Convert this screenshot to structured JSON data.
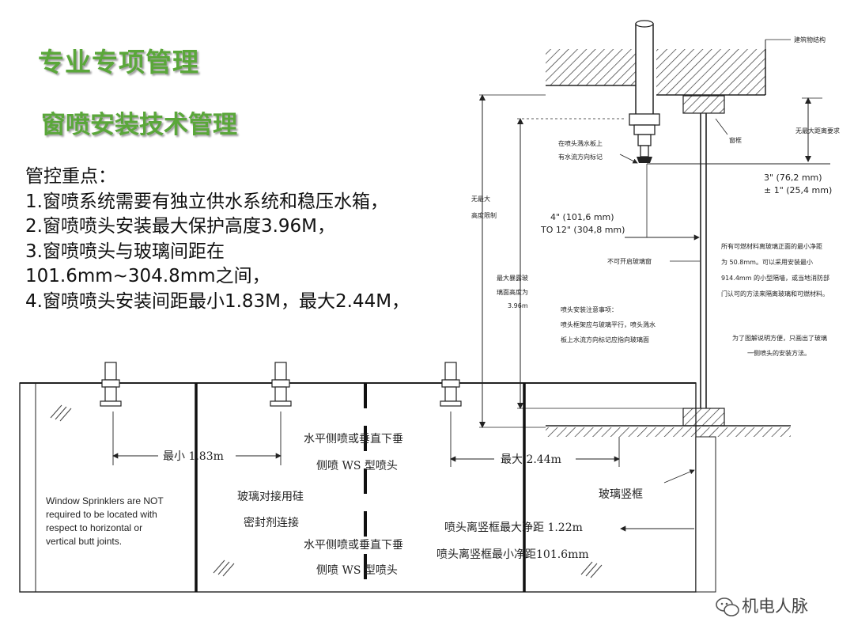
{
  "title": "专业专项管理",
  "subtitle": "窗喷安装技术管理",
  "key_points": {
    "heading": "管控重点：",
    "lines": [
      "1.窗喷系统需要有独立供水系统和稳压水箱，",
      "2.窗喷喷头安装最大保护高度3.96M，",
      "3.窗喷喷头与玻璃间距在",
      "101.6mm~304.8mm之间，",
      "4.窗喷喷头安装间距最小1.83M，最大2.44M，"
    ]
  },
  "section_diagram": {
    "building_structure": "建筑物结构",
    "deflector_mark_line1": "在喷头溅水板上",
    "deflector_mark_line2": "有水流方向标记",
    "window_frame": "窗框",
    "no_max_distance": "无最大距离要求",
    "dim_76": "3\" (76,2 mm)",
    "dim_25": "± 1\" (25,4 mm)",
    "no_max_line1": "无最大",
    "no_max_line2": "高度限制",
    "dim_101_line1": "4\" (101,6 mm)",
    "dim_101_line2": "TO 12\" (304,8 mm)",
    "non_opening_window": "不可开启玻璃窗",
    "max_exposed_line1": "最大暴露玻",
    "max_exposed_line2": "璃面高度为",
    "max_exposed_line3": "3.96m",
    "install_note_line1": "喷头安装注意事项：",
    "install_note_line2": "喷头框架应与玻璃平行，喷头溅水",
    "install_note_line3": "板上水流方向标记应指向玻璃面",
    "combustible_line1": "所有可燃材料离玻璃正面的最小净距",
    "combustible_line2": "为 50.8mm。可以采用安装最小",
    "combustible_line3": "914.4mm 的小型隔墙，或当地消防部",
    "combustible_line4": "门认可的方法来隔离玻璃和可燃材料。",
    "illustration_line1": "为了图解说明方便，只画出了玻璃",
    "illustration_line2": "一侧喷头的安装方法。"
  },
  "plan_diagram": {
    "min_spacing": "最小 1.83m",
    "max_spacing": "最大 2.44m",
    "sprinkler_type_line1": "水平侧喷或垂直下垂",
    "sprinkler_type_line2": "侧喷 WS 型喷头",
    "sprinkler_type2_line1": "水平侧喷或垂直下垂",
    "sprinkler_type2_line2": "侧喷 WS 型喷头",
    "butt_joint_line1": "玻璃对接用硅",
    "butt_joint_line2": "密封剂连接",
    "mullion": "玻璃竖框",
    "max_clearance": "喷头离竖框最大净距 1.22m",
    "min_clearance": "喷头离竖框最小净距101.6mm",
    "note_line1": "Window Sprinklers are NOT",
    "note_line2": "required to be located with",
    "note_line3": "respect to horizontal or",
    "note_line4": "vertical butt joints."
  },
  "watermark": "机电人脉"
}
